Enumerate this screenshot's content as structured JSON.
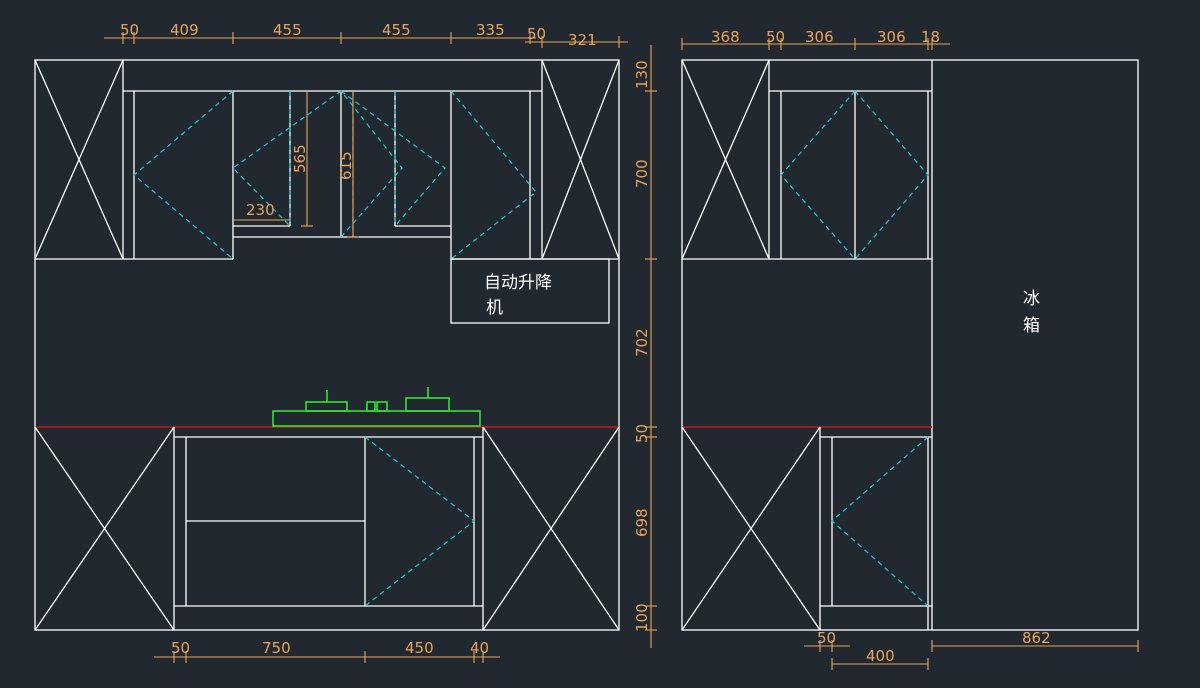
{
  "colors": {
    "background": "#212830",
    "outline": "#ffffff",
    "door_swing": "#2ac2c9",
    "dimension": "#e8a45a",
    "appliance": "#2ee62e",
    "counter_line": "#c0181e"
  },
  "left_elevation": {
    "top_dims": [
      "50",
      "409",
      "455",
      "455",
      "335",
      "50",
      "321"
    ],
    "hood_dims": [
      "565",
      "615",
      "230"
    ],
    "vertical_dims": [
      "130",
      "700",
      "702",
      "50",
      "698",
      "100"
    ],
    "bottom_dims": [
      "50",
      "750",
      "450",
      "40"
    ],
    "lift_label_line1": "自动升降",
    "lift_label_line2": "机"
  },
  "right_elevation": {
    "top_dims": [
      "368",
      "50",
      "306",
      "306",
      "18"
    ],
    "bottom_dims": [
      "50",
      "400",
      "862"
    ],
    "fridge_label_line1": "冰",
    "fridge_label_line2": "箱"
  }
}
